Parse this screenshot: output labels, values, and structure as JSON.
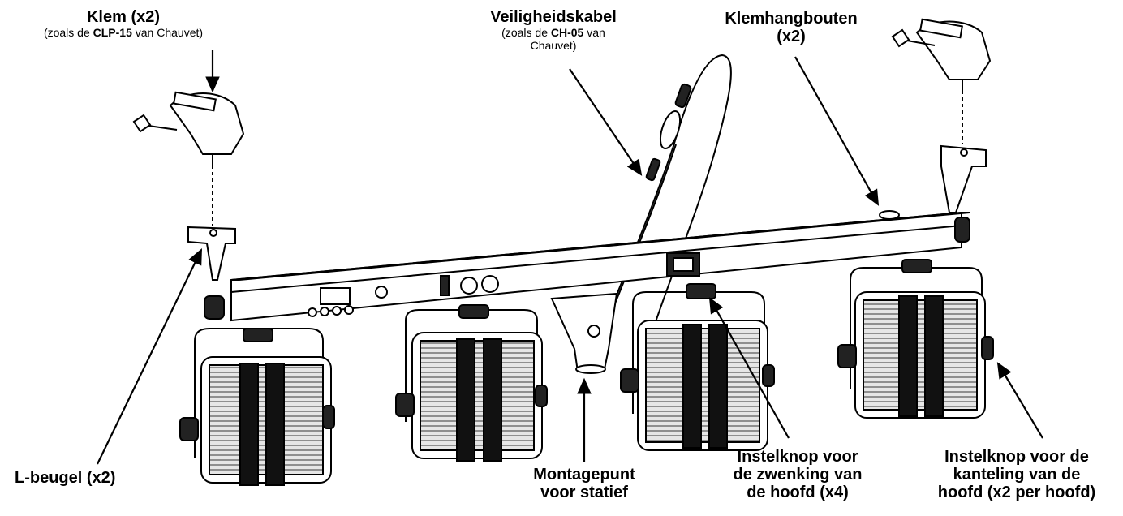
{
  "labels": {
    "klem": {
      "title": "Klem (x2)",
      "sub_pre": "(zoals de ",
      "sub_bold": "CLP-15",
      "sub_post": " van Chauvet)"
    },
    "veiligheidskabel": {
      "title": "Veiligheidskabel",
      "sub_pre": "(zoals de ",
      "sub_bold": "CH-05",
      "sub_post": " van",
      "sub_line2": "Chauvet)"
    },
    "klemhangbouten": {
      "line1": "Klemhangbouten",
      "line2": "(x2)"
    },
    "lbeugel": {
      "text": "L-beugel (x2)"
    },
    "montagepunt": {
      "line1": "Montagepunt",
      "line2": "voor statief"
    },
    "zwenking": {
      "line1": "Instelknop voor",
      "line2": "de zwenking van",
      "line3": "de hoofd (x4)"
    },
    "kanteling": {
      "line1": "Instelknop voor de",
      "line2": "kanteling van de",
      "line3": "hoofd (x2 per hoofd)"
    }
  },
  "colors": {
    "line": "#000000",
    "fill": "#ffffff",
    "heatsink": "#cfcfcf",
    "dark": "#1a1a1a"
  }
}
